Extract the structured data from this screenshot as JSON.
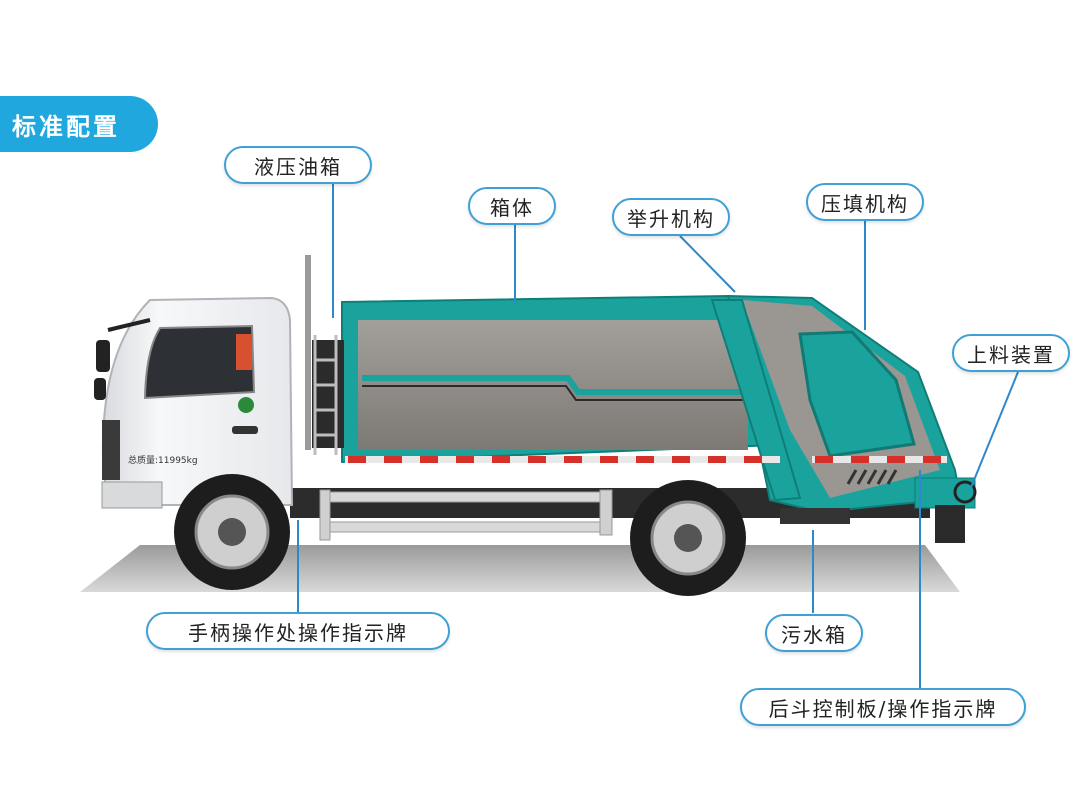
{
  "header": {
    "title": "标准配置"
  },
  "labels": {
    "hydraulic_tank": "液压油箱",
    "box_body": "箱体",
    "lift_mechanism": "举升机构",
    "compaction_mechanism": "压填机构",
    "loading_device": "上料装置",
    "handle_sign": "手柄操作处操作指示牌",
    "sewage_tank": "污水箱",
    "rear_control_panel": "后斗控制板/操作指示牌"
  },
  "truck": {
    "cab_badge": "总质量:11995kg",
    "colors": {
      "body_teal": "#1aa39c",
      "panel_gray": "#8f8b87",
      "cab_white": "#f2f3f5",
      "label_border": "#3fa0d8",
      "header_blue": "#1fa7de"
    }
  }
}
